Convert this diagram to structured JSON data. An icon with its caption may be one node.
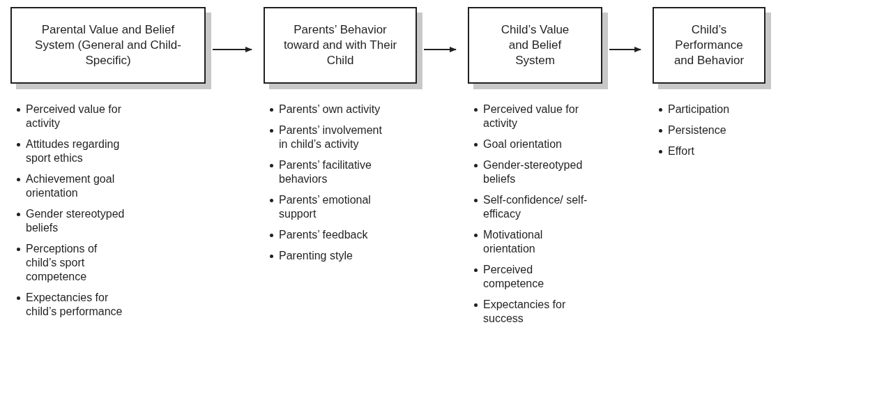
{
  "diagram": {
    "nodes": [
      {
        "text": [
          "Parental Value and Belief System (General and Child-Specific)"
        ],
        "beside": [
          "Perceived value for activity",
          "Attitudes regarding sport ethics",
          "Achievement goal orientation",
          "Gender stereotyped beliefs",
          "Perceptions of child’s sport competence",
          "Expectancies for child’s performance"
        ]
      },
      {
        "text": [
          "Parents’ Behavior toward and with Their Child"
        ],
        "beside": [
          "Parents’ own activity",
          "Parents’ involvement in child’s activity",
          "Parents’ facilitative behaviors",
          "Parents’ emotional support",
          "Parents’ feedback",
          "Parenting style"
        ]
      },
      {
        "text": [
          "Child’s Value and Belief System"
        ],
        "beside": [
          "Perceived value for activity",
          "Goal orientation",
          "Gender-stereotyped beliefs",
          "Self-confidence/ self-efficacy",
          "Motivational orientation",
          "Perceived competence",
          "Expectancies for success"
        ]
      },
      {
        "text": [
          "Child’s Performance and Behavior"
        ],
        "beside": [
          "Participation",
          "Persistence",
          "Effort"
        ]
      }
    ],
    "edges": [
      {
        "from": 0,
        "to": 1,
        "arrow": "to"
      },
      {
        "from": 1,
        "to": 2,
        "arrow": "to"
      },
      {
        "from": 2,
        "to": 3,
        "arrow": "to"
      }
    ]
  }
}
